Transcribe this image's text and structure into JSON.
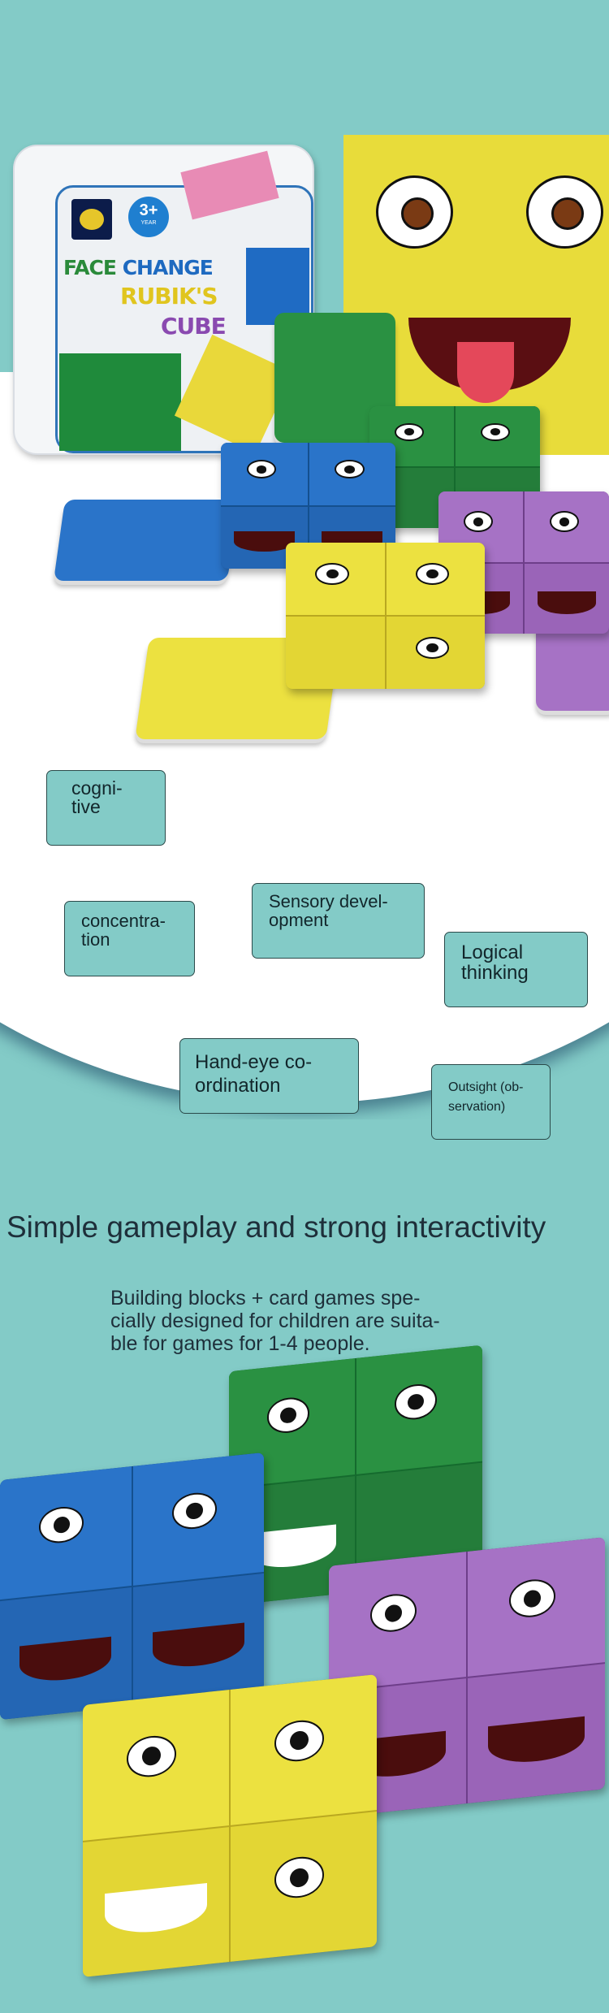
{
  "product_box": {
    "title_line1_a": "FACE",
    "title_line1_b": "CHANGE",
    "title_line2": "RUBIK'S",
    "title_line3": "CUBE",
    "age_badge": "3+",
    "age_unit": "YEAR"
  },
  "benefits": [
    {
      "label": "cogni-\ntive"
    },
    {
      "label": "concentra-\ntion"
    },
    {
      "label": "Sensory devel-\nopment"
    },
    {
      "label": "Logical\nthinking"
    },
    {
      "label": "Hand-eye co-\nordination"
    },
    {
      "label": "Outsight (ob-\nservation)"
    }
  ],
  "section": {
    "heading": "Simple gameplay and strong interactivity",
    "description": "Building blocks + card games spe-\ncially designed for children are suita-\nble for games for 1-4 people."
  },
  "colors": {
    "background": "#83cbc7",
    "label_fill": "#83cbc7",
    "text": "#1e2f3a"
  }
}
